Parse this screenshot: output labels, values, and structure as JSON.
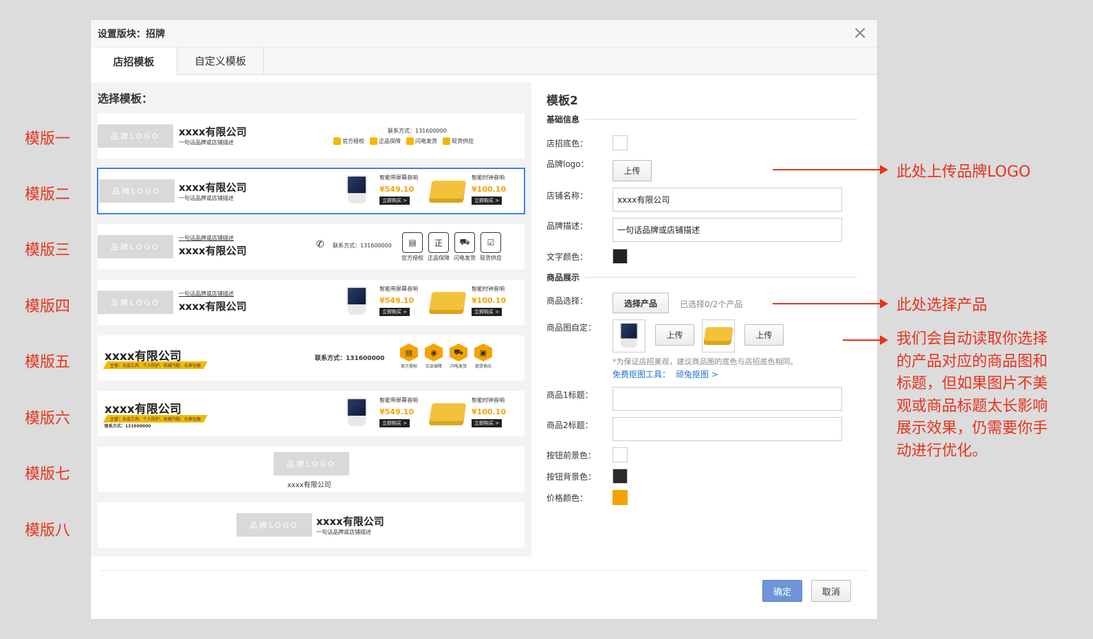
{
  "side_labels": [
    "模版一",
    "模版二",
    "模版三",
    "模版四",
    "模版五",
    "模版六",
    "模版七",
    "模版八"
  ],
  "dialog": {
    "title": "设置版块：招牌",
    "close": "×",
    "tabs": [
      {
        "label": "店招模板"
      },
      {
        "label": "自定义模板"
      }
    ]
  },
  "left": {
    "title": "选择模板：",
    "logo_text": "品牌LOGO",
    "company": "xxxx有限公司",
    "company_small": "xxxx有限公司",
    "desc": "一句话品牌或店铺描述",
    "contact": "联系方式：131600000",
    "contact_bold": "联系方式：131600000",
    "contact_tiny": "联系方式：131600000",
    "badges": [
      "官方授权",
      "正品保障",
      "闪电发货",
      "现货供应"
    ],
    "orange_tag": "主营：五金工具、个人防护、机械汽配、仪表仪器",
    "products": [
      {
        "title": "智能带屏幕音响",
        "price": "¥549.10",
        "btn": "立即购买 >"
      },
      {
        "title": "智能时钟音响",
        "price": "¥100.10",
        "btn": "立即购买 >"
      }
    ]
  },
  "right": {
    "template_name": "模板2",
    "section_basic": "基础信息",
    "bg_color_label": "店招底色：",
    "logo_label": "品牌logo：",
    "upload": "上传",
    "shop_name_label": "店铺名称：",
    "shop_name_value": "xxxx有限公司",
    "desc_label": "品牌描述：",
    "desc_value": "一句话品牌或店铺描述",
    "text_color_label": "文字颜色：",
    "section_products": "商品展示",
    "product_select_label": "商品选择：",
    "select_btn": "选择产品",
    "selected_count": "已选择0/2个产品",
    "product_img_label": "商品图自定：",
    "img_hint": "*为保证店招美观，建议商品图的底色与店招底色相同。",
    "tool_label": "免费抠图工具：",
    "tool_link": "顽兔抠图 >",
    "title1_label": "商品1标题：",
    "title2_label": "商品2标题：",
    "btn_fg_label": "按钮前景色：",
    "btn_bg_label": "按钮背景色：",
    "price_color_label": "价格颜色：",
    "colors": {
      "bg": "#ffffff",
      "text": "#222222",
      "btn_fg": "#ffffff",
      "btn_bg": "#2b2b2b",
      "price": "#f5a300"
    }
  },
  "footer": {
    "ok": "确定",
    "cancel": "取消"
  },
  "notes": {
    "logo": "此处上传品牌LOGO",
    "product": "此处选择产品",
    "auto": "我们会自动读取你选择的产品对应的商品图和标题，但如果图片不美观或商品标题太长影响展示效果，仍需要你手动进行优化。"
  }
}
